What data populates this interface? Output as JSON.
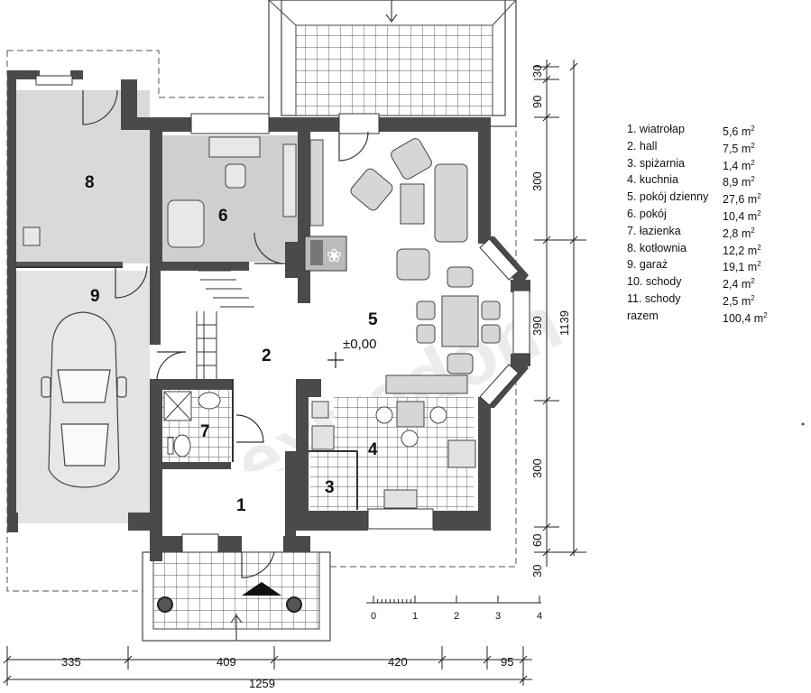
{
  "plan": {
    "rooms": [
      {
        "num": "1",
        "name": "wiatrołap",
        "area": "5,6 m"
      },
      {
        "num": "2",
        "name": "hall",
        "area": "7,5 m"
      },
      {
        "num": "3",
        "name": "spiżarnia",
        "area": "1,4 m"
      },
      {
        "num": "4",
        "name": "kuchnia",
        "area": "8,9 m"
      },
      {
        "num": "5",
        "name": "pokój dzienny",
        "area": "27,6 m"
      },
      {
        "num": "6",
        "name": "pokój",
        "area": "10,4 m"
      },
      {
        "num": "7",
        "name": "łazienka",
        "area": "2,8 m"
      },
      {
        "num": "8",
        "name": "kotłownia",
        "area": "12,2 m"
      },
      {
        "num": "9",
        "name": "garaż",
        "area": "19,1 m"
      },
      {
        "num": "10",
        "name": "schody",
        "area": "2,4 m"
      },
      {
        "num": "11",
        "name": "schody",
        "area": "2,5 m"
      }
    ],
    "legend": [
      {
        "name": "1. wiatrołap",
        "area": "5,6 m",
        "sup": "2"
      },
      {
        "name": "2. hall",
        "area": "7,5 m",
        "sup": "2"
      },
      {
        "name": "3. spiżarnia",
        "area": "1,4 m",
        "sup": "2"
      },
      {
        "name": "4. kuchnia",
        "area": "8,9 m",
        "sup": "2"
      },
      {
        "name": "5. pokój dzienny",
        "area": "27,6 m",
        "sup": "2"
      },
      {
        "name": "6. pokój",
        "area": "10,4 m",
        "sup": "2"
      },
      {
        "name": "7. łazienka",
        "area": "2,8 m",
        "sup": "2"
      },
      {
        "name": "8. kotłownia",
        "area": "12,2 m",
        "sup": "2"
      },
      {
        "name": "9. garaż",
        "area": "19,1 m",
        "sup": "2"
      },
      {
        "name": "10. schody",
        "area": "2,4 m",
        "sup": "2"
      },
      {
        "name": "11. schody",
        "area": "2,5 m",
        "sup": "2"
      },
      {
        "name": "razem",
        "area": "100,4 m",
        "sup": "2"
      }
    ],
    "level_mark": "±0,00",
    "bottom_dims": {
      "d1": "335",
      "d2": "409",
      "d3": "420",
      "d4": "95",
      "total": "1259"
    },
    "right_dims": {
      "d1": "30",
      "d2": "90",
      "d3": "300",
      "d4": "390",
      "d5": "300",
      "d6": "60",
      "d7": "30",
      "total": "1139"
    },
    "scale_labels": [
      "0",
      "1",
      "2",
      "3",
      "4"
    ],
    "colors": {
      "wall": "#4a4a4a",
      "floor_gray": "#d9d9d9",
      "floor_light": "#e6e6e6",
      "tile_line": "#555555",
      "furniture": "#cfcfcf"
    }
  }
}
